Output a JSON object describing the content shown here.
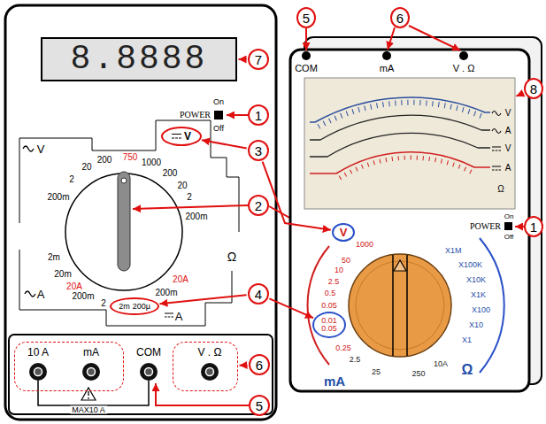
{
  "diagram": {
    "nodes": [
      {
        "text": [
          "8.8888"
        ]
      },
      {
        "text": [
          "7"
        ]
      },
      {
        "text": [
          "1"
        ]
      },
      {
        "text": [
          "3"
        ]
      },
      {
        "text": [
          "V"
        ]
      },
      {
        "text": [
          "2"
        ]
      },
      {
        "text": [
          "4"
        ]
      },
      {
        "text": [
          "2m",
          "200µ"
        ]
      },
      {
        "text": [
          "10 A",
          "mA"
        ]
      },
      {
        "text": [
          "V . Ω"
        ]
      },
      {
        "text": [
          "6"
        ]
      },
      {
        "text": [
          "5"
        ]
      },
      {
        "text": [
          "5"
        ]
      },
      {
        "text": [
          "6"
        ]
      },
      {
        "text": [
          "V",
          "A",
          "V",
          "A",
          "Ω"
        ]
      },
      {
        "text": [
          "8"
        ]
      },
      {
        "text": [
          "1"
        ]
      },
      {
        "text": [
          "V"
        ]
      },
      {
        "text": [
          "0.01",
          "0.05"
        ]
      }
    ],
    "edges": [
      {
        "from": 1,
        "to": 0,
        "arrow": "to"
      },
      {
        "from": 3,
        "to": 4,
        "arrow": "to"
      },
      {
        "from": 3,
        "to": 17,
        "arrow": "to"
      },
      {
        "from": 6,
        "to": 7,
        "arrow": "to"
      },
      {
        "from": 6,
        "to": 18,
        "arrow": "to"
      },
      {
        "from": 10,
        "to": 9,
        "arrow": "to"
      },
      {
        "from": 15,
        "to": 14,
        "arrow": "to"
      }
    ],
    "labels": [
      "POWER",
      "On",
      "Off",
      "V",
      "200m",
      "2",
      "20",
      "200",
      "750",
      "1000",
      "200",
      "20",
      "2",
      "200m",
      "Ω",
      "A",
      "2m",
      "20m",
      "20A",
      "200m",
      "2",
      "200m",
      "20A",
      "A",
      "COM",
      "MAX10 A",
      "COM",
      "mA",
      "V . Ω",
      "POWER",
      "On",
      "Off",
      "1000",
      "50",
      "10",
      "2.5",
      "0.5",
      "0.05",
      "0.25",
      "2.5",
      "25",
      "250",
      "10A",
      "X1M",
      "X100K",
      "X10K",
      "X1K",
      "X100",
      "X10",
      "X1",
      "Ω",
      "mA"
    ]
  }
}
